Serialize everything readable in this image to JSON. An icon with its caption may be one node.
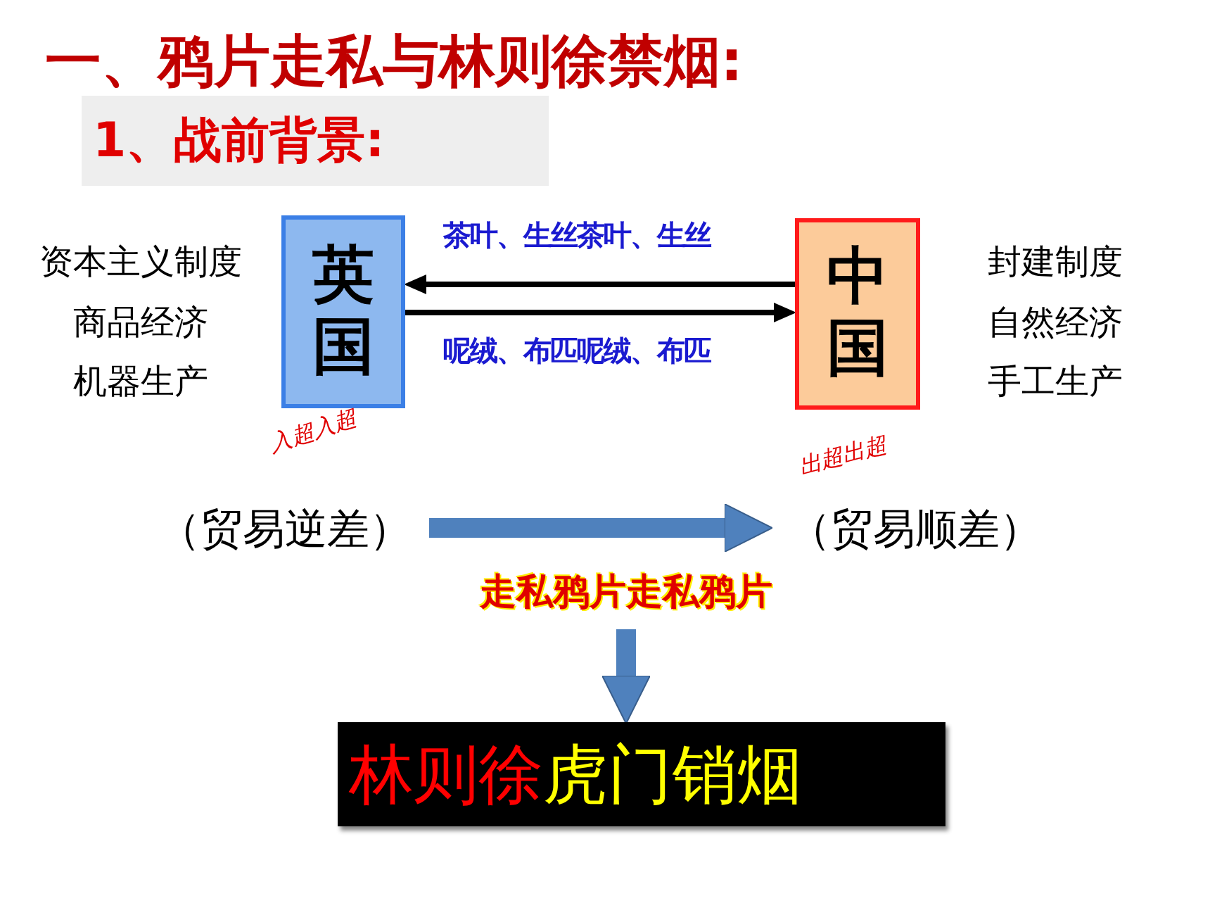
{
  "diagram": {
    "title": "一、鸦片走私与林则徐禁烟:",
    "nodes": [
      {
        "text": [
          "英国"
        ],
        "beside": [
          "资本主义制度",
          "商品经济",
          "机器生产",
          "入超入超"
        ]
      },
      {
        "text": [
          "中国"
        ],
        "beside": [
          "封建制度",
          "自然经济",
          "手工生产",
          "出超出超"
        ]
      },
      {
        "text": [
          "（贸易逆差）"
        ]
      },
      {
        "text": [
          "（贸易顺差）"
        ]
      },
      {
        "text": [
          "走私鸦片走私鸦片"
        ]
      },
      {
        "text": [
          "林则徐",
          "虎门销烟"
        ]
      }
    ],
    "edges": [
      {
        "from": 1,
        "to": 0,
        "arrow": "to",
        "label": "茶叶、生丝茶叶、生丝"
      },
      {
        "from": 0,
        "to": 1,
        "arrow": "to",
        "label": "呢绒、布匹呢绒、布匹"
      },
      {
        "from": 2,
        "to": 3,
        "arrow": "to",
        "style": "thick",
        "color": "#4f81bd"
      },
      {
        "from": 4,
        "to": 5,
        "arrow": "to",
        "style": "thick",
        "color": "#4f81bd"
      }
    ],
    "labels": [
      "1、战前背景:"
    ]
  }
}
